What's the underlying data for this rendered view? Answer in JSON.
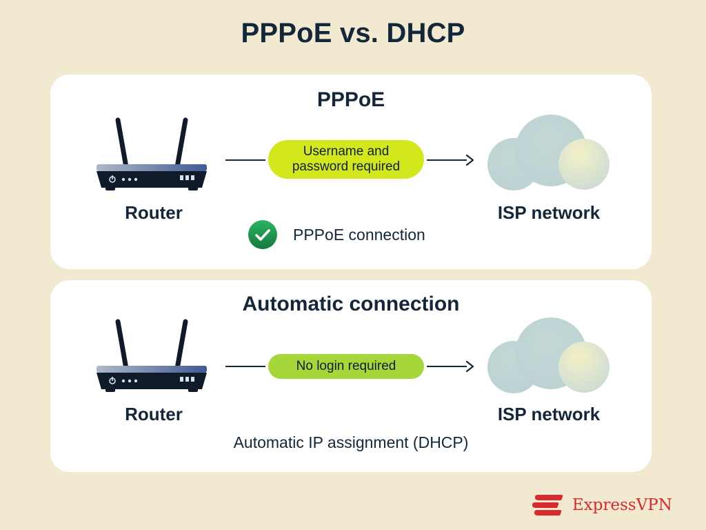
{
  "title": "PPPoE vs. DHCP",
  "colors": {
    "background": "#f2ead0",
    "panel": "#ffffff",
    "text": "#13263a",
    "pill_credentials": "#d3e81c",
    "pill_no_login": "#a5d63a",
    "check_green": "#1f9a4f",
    "brand_red": "#d8292f",
    "cloud": "#c7d8d6"
  },
  "panels": [
    {
      "title": "PPPoE",
      "router_label": "Router",
      "cloud_label": "ISP network",
      "link_label_lines": [
        "Username and",
        "password required"
      ],
      "status_icon": "check-circle-icon",
      "status_text": "PPPoE connection"
    },
    {
      "title": "Automatic connection",
      "router_label": "Router",
      "cloud_label": "ISP network",
      "link_label": "No login required",
      "footnote": "Automatic IP assignment (DHCP)"
    }
  ],
  "icons": [
    "router-icon",
    "cloud-icon",
    "arrow-right-icon",
    "check-circle-icon",
    "expressvpn-logo-icon"
  ],
  "brand": {
    "name": "ExpressVPN"
  }
}
